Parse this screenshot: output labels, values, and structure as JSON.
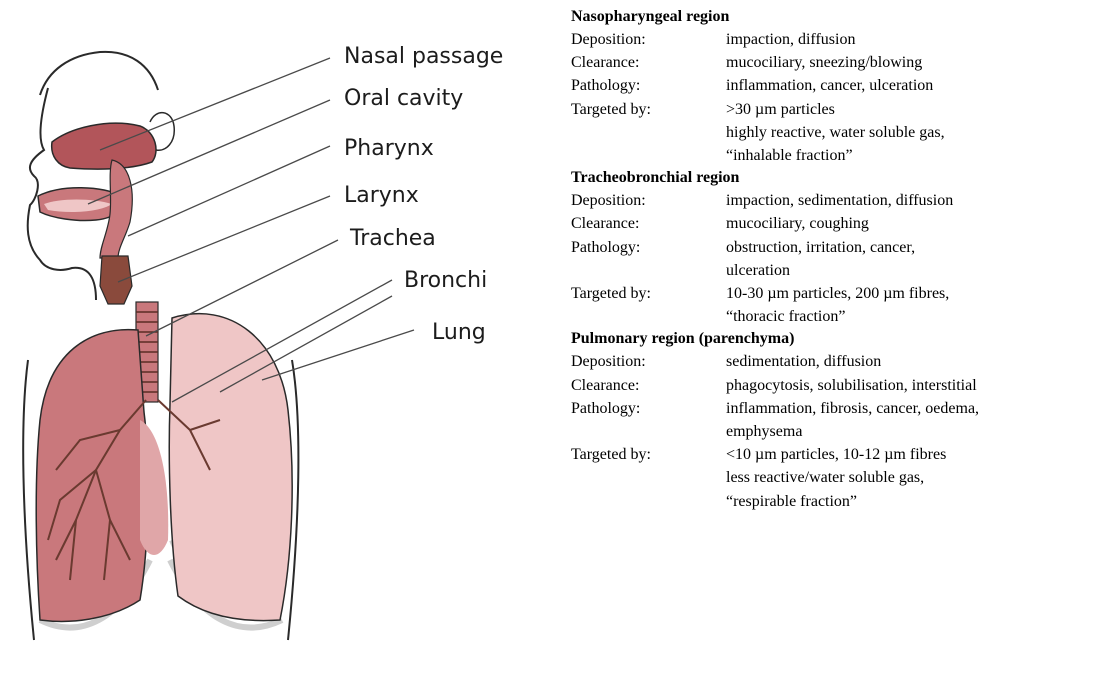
{
  "diagram": {
    "labels": [
      "Nasal passage",
      "Oral cavity",
      "Pharynx",
      "Larynx",
      "Trachea",
      "Bronchi",
      "Lung"
    ],
    "colors": {
      "tissue_dark": "#b2555a",
      "tissue_mid": "#c9787c",
      "tissue_light": "#efc6c6",
      "airway_brown": "#8a4a3c",
      "outline": "#2a2a2a",
      "leader_line": "#4a4a4a"
    }
  },
  "regions": [
    {
      "title": "Nasopharyngeal region",
      "rows": [
        {
          "key": "Deposition:",
          "value": "impaction, diffusion"
        },
        {
          "key": "Clearance:",
          "value": "mucociliary, sneezing/blowing"
        },
        {
          "key": "Pathology:",
          "value": "inflammation, cancer, ulceration"
        },
        {
          "key": "Targeted by:",
          "value": ">30 µm particles\nhighly reactive, water soluble gas,\n“inhalable fraction”"
        }
      ]
    },
    {
      "title": "Tracheobronchial region",
      "rows": [
        {
          "key": "Deposition:",
          "value": "impaction, sedimentation, diffusion"
        },
        {
          "key": "Clearance:",
          "value": "mucociliary, coughing"
        },
        {
          "key": "Pathology:",
          "value": "obstruction, irritation, cancer,\nulceration"
        },
        {
          "key": "Targeted by:",
          "value": "10-30 µm particles, 200 µm fibres,\n“thoracic fraction”"
        }
      ]
    },
    {
      "title": "Pulmonary region (parenchyma)",
      "rows": [
        {
          "key": "Deposition:",
          "value": "sedimentation, diffusion"
        },
        {
          "key": "Clearance:",
          "value": "phagocytosis, solubilisation, interstitial"
        },
        {
          "key": "Pathology:",
          "value": "inflammation, fibrosis, cancer, oedema,\nemphysema"
        },
        {
          "key": "Targeted by:",
          "value": "<10 µm particles, 10-12 µm fibres\nless reactive/water soluble gas,\n“respirable fraction”"
        }
      ]
    }
  ]
}
